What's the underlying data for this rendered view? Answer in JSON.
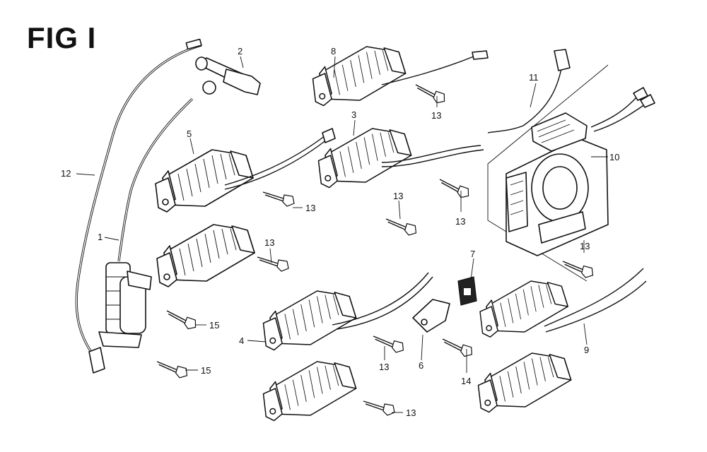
{
  "figure": {
    "title": "FIG I"
  },
  "callouts": {
    "c1": "1",
    "c2": "2",
    "c3": "3",
    "c4": "4",
    "c5": "5",
    "c6": "6",
    "c7": "7",
    "c8": "8",
    "c9": "9",
    "c10": "10",
    "c11": "11",
    "c12": "12",
    "c13": "13",
    "c14": "14",
    "c15": "15"
  }
}
